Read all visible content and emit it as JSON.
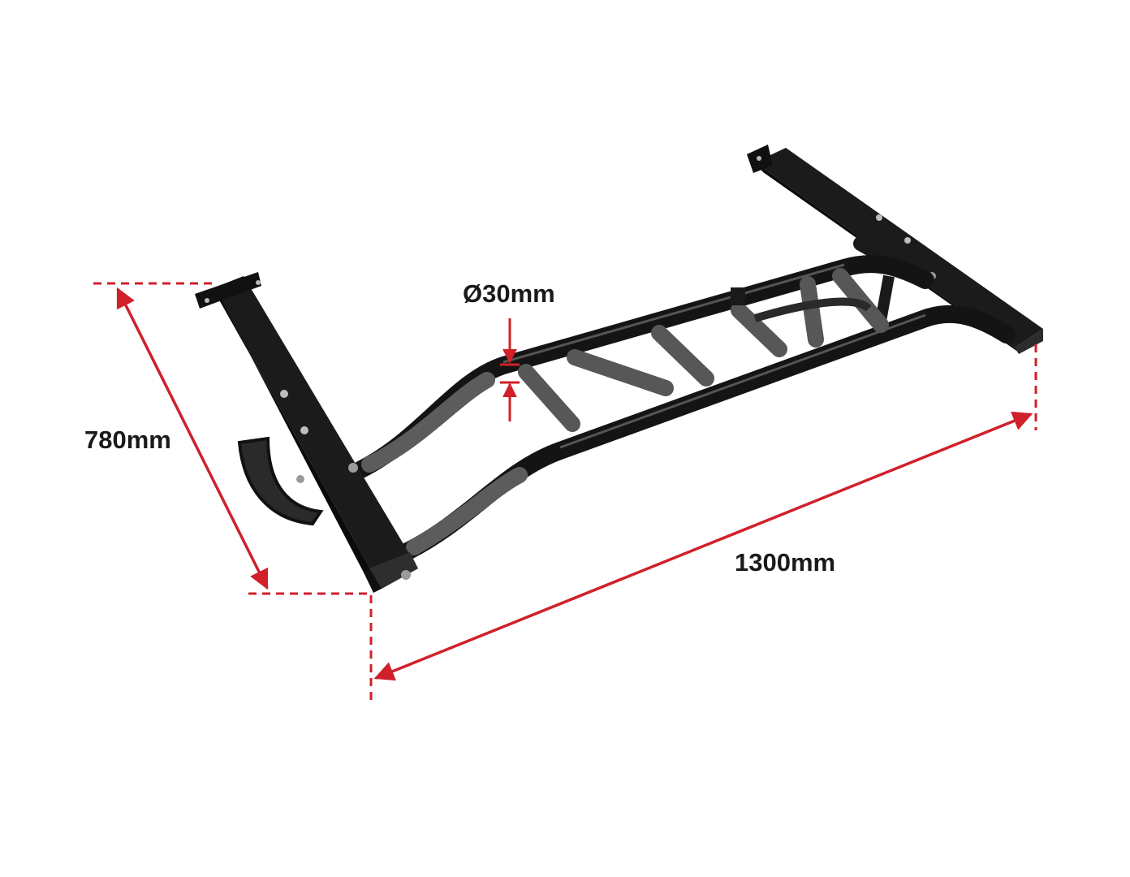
{
  "dimensions": {
    "depth": "780mm",
    "diameter": "Ø30mm",
    "width": "1300mm"
  },
  "colors": {
    "dimension_line": "#d0202a",
    "frame": "#141414",
    "frame_highlight": "#4a4a4a",
    "grip": "#5a5a5a",
    "text": "#1a1a1a",
    "background": "#ffffff"
  }
}
